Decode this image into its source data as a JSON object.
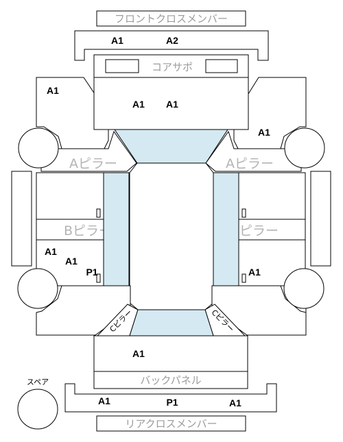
{
  "labels": {
    "front_cross_member": "フロントクロスメンバー",
    "core_support": "コアサポ",
    "a_pillar": "Aピラー",
    "b_pillar": "Bピラー",
    "c_pillar": "Cピラー",
    "back_panel": "バックパネル",
    "rear_cross_member": "リアクロスメンバー",
    "spare": "スペア"
  },
  "marks": {
    "front_cross_member_left": "A1",
    "front_cross_member_right": "A2",
    "fender_front_left": "A1",
    "hood_left": "A1",
    "hood_right": "A1",
    "fender_front_right": "A1",
    "rear_door_left_1": "A1",
    "rear_door_left_2": "A1",
    "rear_door_left_3": "P1",
    "rear_door_right": "A1",
    "trunk": "A1",
    "rear_cross_member_left": "A1",
    "rear_cross_member_center": "P1",
    "rear_cross_member_right": "A1"
  },
  "colors": {
    "glass": "#d4e9f1",
    "outline": "#000000",
    "label_gray": "#9c9c9c"
  }
}
